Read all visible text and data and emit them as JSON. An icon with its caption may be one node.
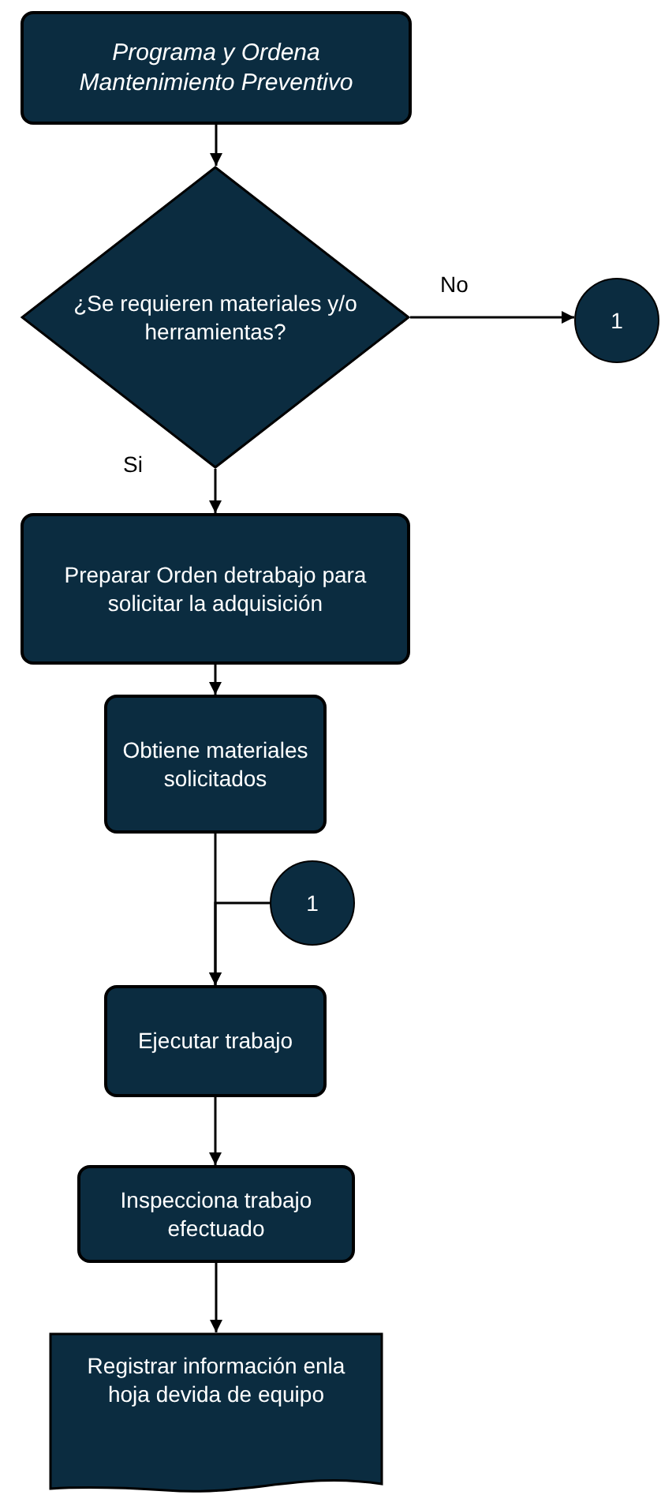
{
  "diagram": {
    "nodes": [
      {
        "text": [
          "Programa y Ordena Mantenimiento  Preventivo"
        ]
      },
      {
        "text": [
          "¿Se requieren materiales y/o herramientas?"
        ]
      },
      {
        "text": [
          "1"
        ]
      },
      {
        "text": [
          "Preparar  Orden detrabajo para solicitar la adquisición"
        ]
      },
      {
        "text": [
          "Obtiene materiales solicitados"
        ]
      },
      {
        "text": [
          "1"
        ]
      },
      {
        "text": [
          "Ejecutar trabajo"
        ]
      },
      {
        "text": [
          "Inspecciona trabajo efectuado"
        ]
      },
      {
        "text": [
          "Registrar  información enla hoja devida de equipo"
        ]
      }
    ],
    "edges": [
      {
        "from": 0,
        "to": 1,
        "arrow": "to"
      },
      {
        "from": 1,
        "to": 2,
        "arrow": "to",
        "label": "No"
      },
      {
        "from": 1,
        "to": 3,
        "arrow": "to",
        "label": "Si"
      },
      {
        "from": 3,
        "to": 4,
        "arrow": "to"
      },
      {
        "from": 4,
        "to": 6,
        "arrow": "to"
      },
      {
        "from": 5,
        "to": 6,
        "arrow": "to"
      },
      {
        "from": 6,
        "to": 7,
        "arrow": "to"
      },
      {
        "from": 7,
        "to": 8,
        "arrow": "to"
      }
    ]
  }
}
